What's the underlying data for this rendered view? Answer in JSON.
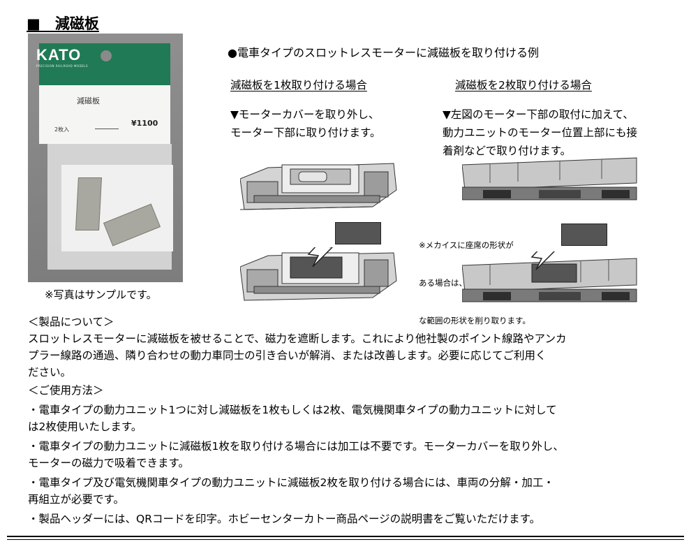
{
  "page": {
    "title": "■　減磁板",
    "photo_caption": "※写真はサンプルです。"
  },
  "package": {
    "logo": "KATO",
    "logo_sub": "PRECISION RAILROAD MODELS",
    "product_name": "減磁板",
    "quantity": "2枚入",
    "price": "¥1100"
  },
  "example": {
    "heading": "●電車タイプのスロットレスモーターに減磁板を取り付ける例",
    "one_sheet": {
      "heading": "減磁板を1枚取り付ける場合",
      "lines": [
        "▼モーターカバーを取り外し、",
        "モーター下部に取り付けます。"
      ]
    },
    "two_sheets": {
      "heading": "減磁板を2枚取り付ける場合",
      "lines": [
        "▼左図のモーター下部の取付に加えて、",
        "動力ユニットのモーター位置上部にも接",
        "着剤などで取り付けます。"
      ],
      "note": [
        "※メカイスに座席の形状が",
        "ある場合は、取り付けに必要",
        "な範囲の形状を削り取ります。"
      ]
    }
  },
  "about": {
    "heading": "＜製品について＞",
    "lines": [
      "スロットレスモーターに減磁板を被せることで、磁力を遮断します。これにより他社製のポイント線路やアンカ",
      "プラー線路の通過、隣り合わせの動力車同士の引き合いが解消、または改善します。必要に応じてご利用く",
      "ださい。"
    ]
  },
  "usage": {
    "heading": "＜ご使用方法＞",
    "lines": [
      "・電車タイプの動力ユニット1つに対し減磁板を1枚もしくは2枚、電気機関車タイプの動力ユニットに対して",
      "は2枚使用いたします。",
      "・電車タイプの動力ユニットに減磁板1枚を取り付ける場合には加工は不要です。モーターカバーを取り外し、",
      "モーターの磁力で吸着できます。",
      "・電車タイプ及び電気機関車タイプの動力ユニットに減磁板2枚を取り付ける場合には、車両の分解・加工・",
      "再組立が必要です。",
      "・製品ヘッダーには、QRコードを印字。ホビーセンターカトー商品ページの説明書をご覧いただけます。"
    ]
  },
  "colors": {
    "package_green": "#1f7a55",
    "plate_dark": "#555555",
    "unit_gray": "#c8c8c8"
  }
}
